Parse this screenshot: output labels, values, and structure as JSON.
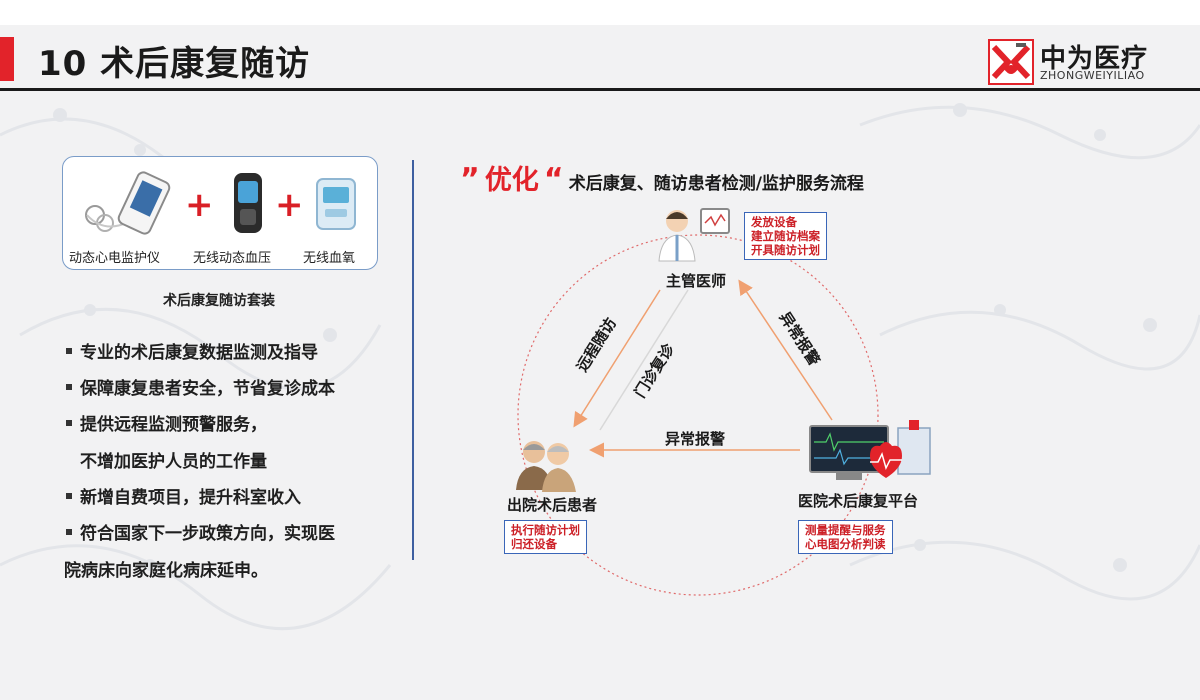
{
  "header": {
    "title": "10 术后康复随访",
    "logo": {
      "name": "中为医疗",
      "sub": "ZHONGWEIYILIAO"
    }
  },
  "kit": {
    "devices": [
      "动态心电监护仪",
      "无线动态血压",
      "无线血氧"
    ],
    "plus": "+",
    "caption": "术后康复随访套装"
  },
  "bullets": [
    "专业的术后康复数据监测及指导",
    "保障康复患者安全，节省复诊成本",
    "提供远程监测预警服务，",
    "新增自费项目，提升科室收入",
    "符合国家下一步政策方向，实现医"
  ],
  "bullet_continuations": [
    "不增加医护人员的工作量",
    "院病床向家庭化病床延申。"
  ],
  "flow": {
    "heading_quote_open": "”",
    "heading_emphasis": "优化",
    "heading_quote_close": "“",
    "heading_rest": "术后康复、随访患者检测/监护服务流程",
    "nodes": {
      "doctor": {
        "label": "主管医师",
        "tasks": [
          "发放设备",
          "建立随访档案",
          "开具随访计划"
        ]
      },
      "patient": {
        "label": "出院术后患者",
        "tasks": [
          "执行随访计划",
          "归还设备"
        ]
      },
      "platform": {
        "label": "医院术后康复平台",
        "tasks": [
          "测量提醒与服务",
          "心电图分析判读"
        ]
      }
    },
    "arrows": {
      "remote_followup": "远程随访",
      "outpatient_revisit": "门诊复诊",
      "alarm_to_doctor": "异常报警",
      "alarm_to_patient": "异常报警"
    }
  },
  "colors": {
    "accent_red": "#e2232a",
    "task_box_border": "#3a66b8",
    "arrow": "#f0a070",
    "divider": "#3e5fa0"
  }
}
